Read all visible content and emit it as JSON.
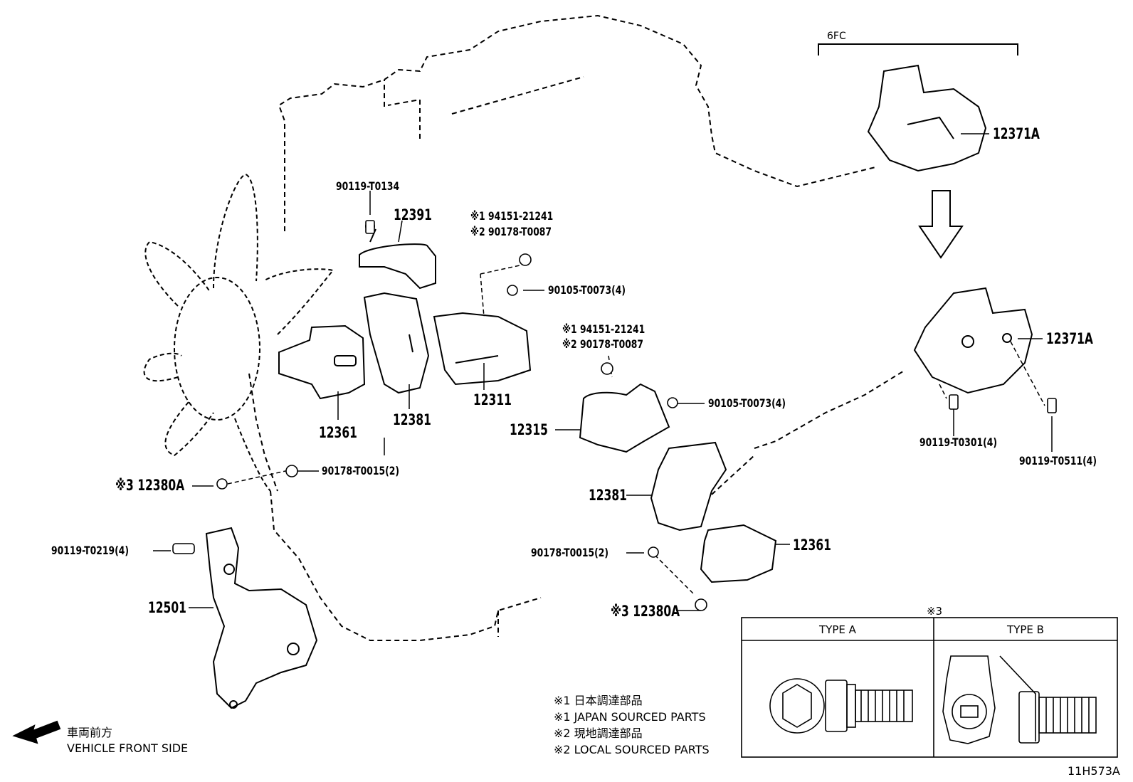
{
  "labels": {
    "group_6fc": "6FC",
    "p_90119_T0134": "90119-T0134",
    "p_12391": "12391",
    "p_94151_a": "※1 94151-21241",
    "p_90178_T0087_a": "※2 90178-T0087",
    "p_90105_a": "90105-T0073(4)",
    "p_94151_b": "※1 94151-21241",
    "p_90178_T0087_b": "※2 90178-T0087",
    "p_90105_b": "90105-T0073(4)",
    "p_12311": "12311",
    "p_12361_a": "12361",
    "p_12381_a": "12381",
    "p_12315": "12315",
    "p_12381_b": "12381",
    "p_12361_b": "12361",
    "p_90178_T0015_a": "90178-T0015(2)",
    "p_90178_T0015_b": "90178-T0015(2)",
    "p_12380A_a": "※3 12380A",
    "p_12380A_b": "※3 12380A",
    "p_90119_T0219": "90119-T0219(4)",
    "p_12501": "12501",
    "p_12371A_a": "12371A",
    "p_12371A_b": "12371A",
    "p_90119_T0301": "90119-T0301(4)",
    "p_90119_T0511": "90119-T0511(4)"
  },
  "type_table": {
    "ref": "※3",
    "type_a": "TYPE A",
    "type_b": "TYPE B"
  },
  "legend": {
    "n1_jp": "※1 日本調達部品",
    "n1_en": "※1 JAPAN SOURCED PARTS",
    "n2_jp": "※2 現地調達部品",
    "n2_en": "※2 LOCAL SOURCED PARTS"
  },
  "front": {
    "jp": "車両前方",
    "en": "VEHICLE FRONT SIDE"
  },
  "diagram_id": "11H573A"
}
